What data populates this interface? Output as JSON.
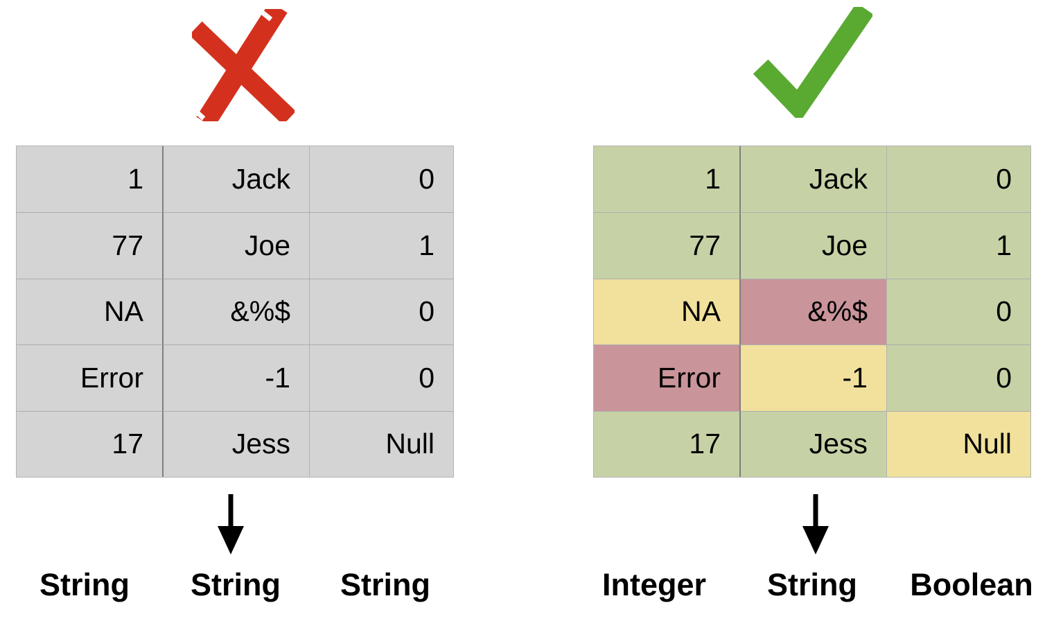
{
  "colors": {
    "x_mark": "#d3311e",
    "check_mark": "#5aaa32",
    "cell_gray": "#d4d4d4",
    "cell_green": "#c6d2a6",
    "cell_yellow": "#f1e19c",
    "cell_red": "#c9949a",
    "arrow": "#000000"
  },
  "left_panel": {
    "verdict": "wrong",
    "table_rows": [
      [
        "1",
        "Jack",
        "0"
      ],
      [
        "77",
        "Joe",
        "1"
      ],
      [
        "NA",
        "&%$",
        "0"
      ],
      [
        "Error",
        "-1",
        "0"
      ],
      [
        "17",
        "Jess",
        "Null"
      ]
    ],
    "cell_states": [
      [
        "gray",
        "gray",
        "gray"
      ],
      [
        "gray",
        "gray",
        "gray"
      ],
      [
        "gray",
        "gray",
        "gray"
      ],
      [
        "gray",
        "gray",
        "gray"
      ],
      [
        "gray",
        "gray",
        "gray"
      ]
    ],
    "column_types": [
      "String",
      "String",
      "String"
    ]
  },
  "right_panel": {
    "verdict": "correct",
    "table_rows": [
      [
        "1",
        "Jack",
        "0"
      ],
      [
        "77",
        "Joe",
        "1"
      ],
      [
        "NA",
        "&%$",
        "0"
      ],
      [
        "Error",
        "-1",
        "0"
      ],
      [
        "17",
        "Jess",
        "Null"
      ]
    ],
    "cell_states": [
      [
        "green",
        "green",
        "green"
      ],
      [
        "green",
        "green",
        "green"
      ],
      [
        "yellow",
        "red",
        "green"
      ],
      [
        "red",
        "yellow",
        "green"
      ],
      [
        "green",
        "green",
        "yellow"
      ]
    ],
    "column_types": [
      "Integer",
      "String",
      "Boolean"
    ]
  }
}
